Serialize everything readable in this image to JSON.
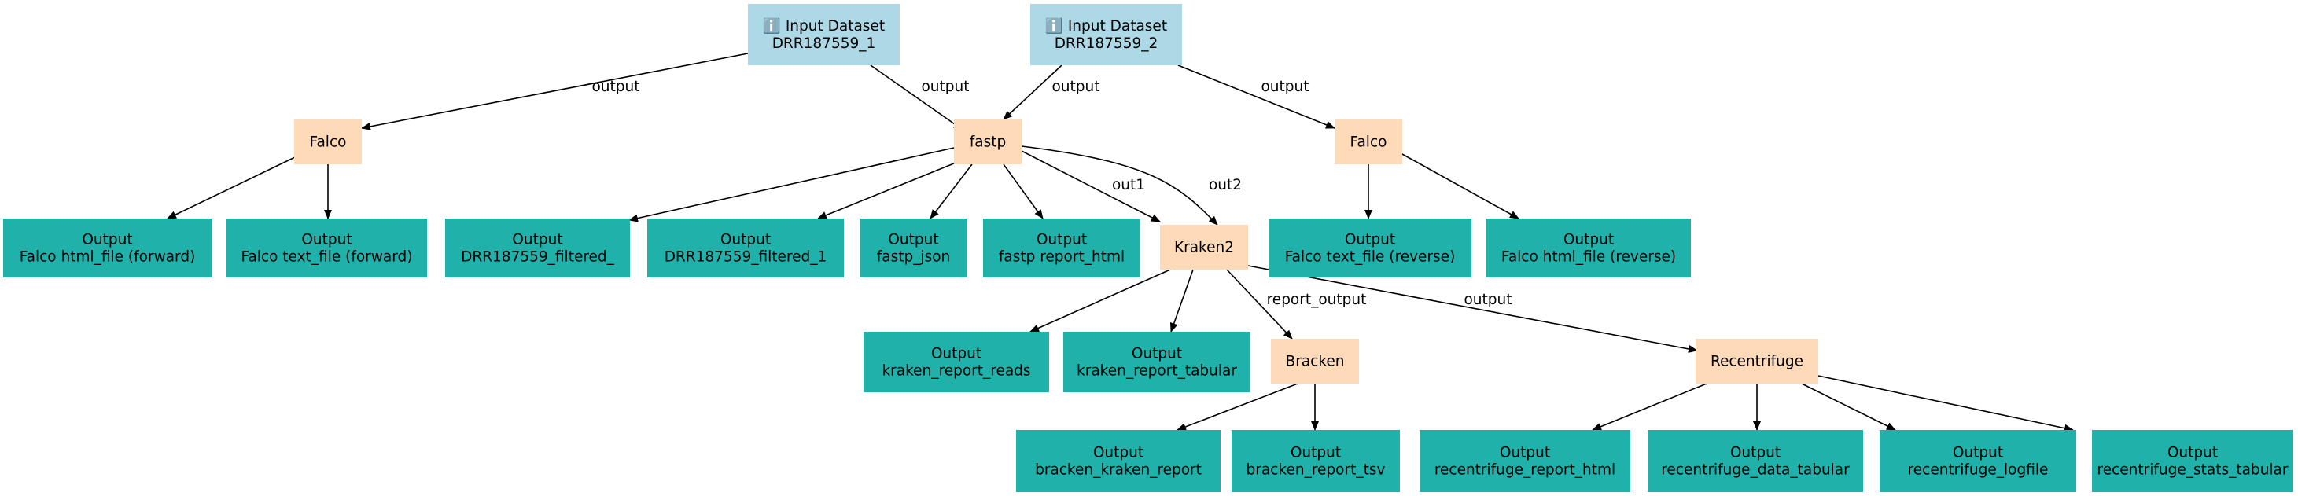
{
  "colors": {
    "input": "#add8e6",
    "tool": "#ffdab9",
    "output": "#20b2aa",
    "edge": "#000000"
  },
  "input_icon": "info-icon",
  "nodes": [
    {
      "id": "in1",
      "kind": "input",
      "lines": [
        "ℹ️ Input Dataset",
        "DRR187559_1"
      ]
    },
    {
      "id": "in2",
      "kind": "input",
      "lines": [
        "ℹ️ Input Dataset",
        "DRR187559_2"
      ]
    },
    {
      "id": "falco1",
      "kind": "tool",
      "lines": [
        "Falco"
      ]
    },
    {
      "id": "fastp",
      "kind": "tool",
      "lines": [
        "fastp"
      ]
    },
    {
      "id": "falco2",
      "kind": "tool",
      "lines": [
        "Falco"
      ]
    },
    {
      "id": "o_falco_html_f",
      "kind": "output",
      "lines": [
        "Output",
        "Falco html_file (forward)"
      ]
    },
    {
      "id": "o_falco_text_f",
      "kind": "output",
      "lines": [
        "Output",
        "Falco text_file (forward)"
      ]
    },
    {
      "id": "o_filtered_",
      "kind": "output",
      "lines": [
        "Output",
        "DRR187559_filtered_"
      ]
    },
    {
      "id": "o_filtered_1",
      "kind": "output",
      "lines": [
        "Output",
        "DRR187559_filtered_1"
      ]
    },
    {
      "id": "o_fastp_json",
      "kind": "output",
      "lines": [
        "Output",
        "fastp_json"
      ]
    },
    {
      "id": "o_fastp_html",
      "kind": "output",
      "lines": [
        "Output",
        "fastp report_html"
      ]
    },
    {
      "id": "kraken2",
      "kind": "tool",
      "lines": [
        "Kraken2"
      ]
    },
    {
      "id": "o_falco_text_r",
      "kind": "output",
      "lines": [
        "Output",
        "Falco text_file (reverse)"
      ]
    },
    {
      "id": "o_falco_html_r",
      "kind": "output",
      "lines": [
        "Output",
        "Falco html_file (reverse)"
      ]
    },
    {
      "id": "o_kraken_reads",
      "kind": "output",
      "lines": [
        "Output",
        "kraken_report_reads"
      ]
    },
    {
      "id": "o_kraken_tab",
      "kind": "output",
      "lines": [
        "Output",
        "kraken_report_tabular"
      ]
    },
    {
      "id": "bracken",
      "kind": "tool",
      "lines": [
        "Bracken"
      ]
    },
    {
      "id": "recentrifuge",
      "kind": "tool",
      "lines": [
        "Recentrifuge"
      ]
    },
    {
      "id": "o_bracken_kreport",
      "kind": "output",
      "lines": [
        "Output",
        "bracken_kraken_report"
      ]
    },
    {
      "id": "o_bracken_tsv",
      "kind": "output",
      "lines": [
        "Output",
        "bracken_report_tsv"
      ]
    },
    {
      "id": "o_rc_html",
      "kind": "output",
      "lines": [
        "Output",
        "recentrifuge_report_html"
      ]
    },
    {
      "id": "o_rc_data",
      "kind": "output",
      "lines": [
        "Output",
        "recentrifuge_data_tabular"
      ]
    },
    {
      "id": "o_rc_log",
      "kind": "output",
      "lines": [
        "Output",
        "recentrifuge_logfile"
      ]
    },
    {
      "id": "o_rc_stats",
      "kind": "output",
      "lines": [
        "Output",
        "recentrifuge_stats_tabular"
      ]
    }
  ],
  "edges": [
    {
      "from": "in1",
      "to": "falco1",
      "label": "output"
    },
    {
      "from": "in1",
      "to": "fastp",
      "label": "output"
    },
    {
      "from": "in2",
      "to": "fastp",
      "label": "output"
    },
    {
      "from": "in2",
      "to": "falco2",
      "label": "output"
    },
    {
      "from": "falco1",
      "to": "o_falco_html_f",
      "label": ""
    },
    {
      "from": "falco1",
      "to": "o_falco_text_f",
      "label": ""
    },
    {
      "from": "fastp",
      "to": "o_filtered_",
      "label": ""
    },
    {
      "from": "fastp",
      "to": "o_filtered_1",
      "label": ""
    },
    {
      "from": "fastp",
      "to": "o_fastp_json",
      "label": ""
    },
    {
      "from": "fastp",
      "to": "o_fastp_html",
      "label": ""
    },
    {
      "from": "fastp",
      "to": "kraken2",
      "label": "out1"
    },
    {
      "from": "fastp",
      "to": "kraken2",
      "label": "out2"
    },
    {
      "from": "falco2",
      "to": "o_falco_text_r",
      "label": ""
    },
    {
      "from": "falco2",
      "to": "o_falco_html_r",
      "label": ""
    },
    {
      "from": "kraken2",
      "to": "o_kraken_reads",
      "label": ""
    },
    {
      "from": "kraken2",
      "to": "o_kraken_tab",
      "label": ""
    },
    {
      "from": "kraken2",
      "to": "bracken",
      "label": "report_output"
    },
    {
      "from": "kraken2",
      "to": "recentrifuge",
      "label": "output"
    },
    {
      "from": "bracken",
      "to": "o_bracken_kreport",
      "label": ""
    },
    {
      "from": "bracken",
      "to": "o_bracken_tsv",
      "label": ""
    },
    {
      "from": "recentrifuge",
      "to": "o_rc_html",
      "label": ""
    },
    {
      "from": "recentrifuge",
      "to": "o_rc_data",
      "label": ""
    },
    {
      "from": "recentrifuge",
      "to": "o_rc_log",
      "label": ""
    },
    {
      "from": "recentrifuge",
      "to": "o_rc_stats",
      "label": ""
    }
  ]
}
